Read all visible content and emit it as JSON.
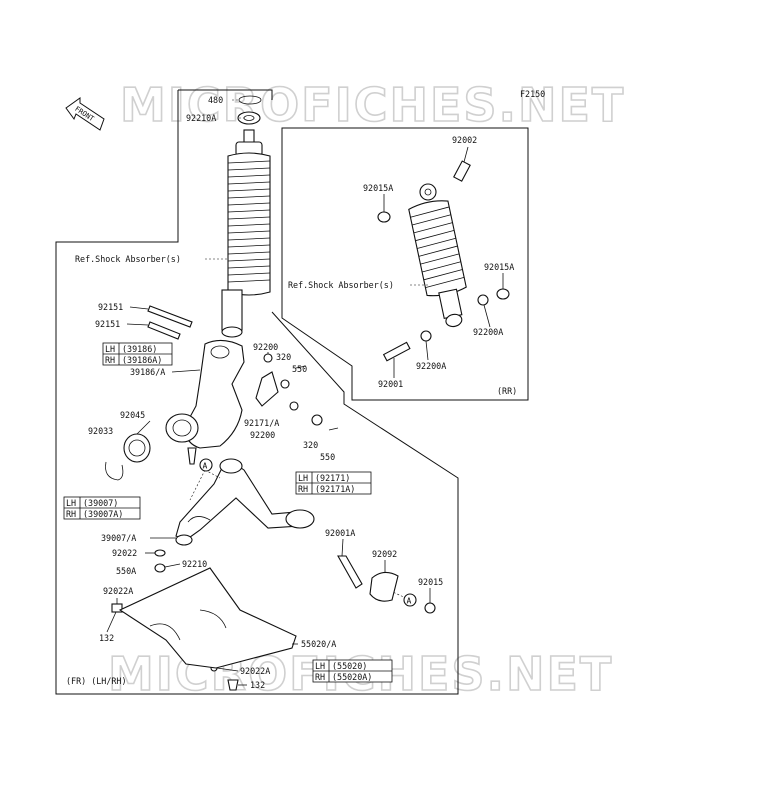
{
  "diagram_code": "F2150",
  "watermark": "MICROFICHES.NET",
  "front_label": "FRONT",
  "ref_shock_left": "Ref.Shock Absorber(s)",
  "ref_shock_right": "Ref.Shock Absorber(s)",
  "rear_tag": "(RR)",
  "front_tag": "(FR) (LH/RH)",
  "circle_marker": "A",
  "parts": {
    "p480": "480",
    "p92210A": "92210A",
    "p92002": "92002",
    "p92015A_top": "92015A",
    "p92015A_right": "92015A",
    "p92200A_right": "92200A",
    "p92200A_bottom": "92200A",
    "p92001": "92001",
    "p92151_a": "92151",
    "p92151_b": "92151",
    "p39186A": "39186/A",
    "p92200_a": "92200",
    "p320_a": "320",
    "p550_a": "550",
    "p92171A": "92171/A",
    "p92200_b": "92200",
    "p320_b": "320",
    "p550_b": "550",
    "p92045": "92045",
    "p92033": "92033",
    "p39007A": "39007/A",
    "p92022": "92022",
    "p92210": "92210",
    "p550A": "550A",
    "p92022A_a": "92022A",
    "p132_a": "132",
    "p92001A": "92001A",
    "p92092": "92092",
    "p92015": "92015",
    "p55020A": "55020/A",
    "p92022A_b": "92022A",
    "p132_b": "132"
  },
  "tables": {
    "knuckle": [
      {
        "side": "LH",
        "part": "(39186)"
      },
      {
        "side": "RH",
        "part": "(39186A)"
      }
    ],
    "arm": [
      {
        "side": "LH",
        "part": "(39007)"
      },
      {
        "side": "RH",
        "part": "(39007A)"
      }
    ],
    "bracket": [
      {
        "side": "LH",
        "part": "(92171)"
      },
      {
        "side": "RH",
        "part": "(92171A)"
      }
    ],
    "guard": [
      {
        "side": "LH",
        "part": "(55020)"
      },
      {
        "side": "RH",
        "part": "(55020A)"
      }
    ]
  }
}
